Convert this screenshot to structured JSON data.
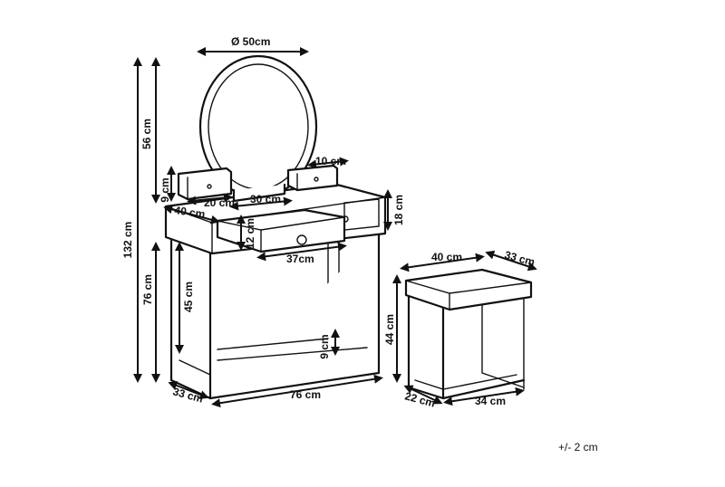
{
  "labels": {
    "mirror_diameter": "Ø 50cm",
    "total_height": "132 cm",
    "mirror_height": "56 cm",
    "small_drawer_height": "9 cm",
    "small_drawer_width": "20 cm",
    "mirror_base_width": "30 cm",
    "right_drawer_width": "10 cm",
    "desk_depth": "40 cm",
    "desk_drawer_height": "18 cm",
    "drawer_height": "12 cm",
    "drawer_width": "37cm",
    "table_height": "76 cm",
    "leg_height": "45 cm",
    "bar_height": "9 cm",
    "table_depth": "33 cm",
    "table_width": "76 cm",
    "stool_width": "40 cm",
    "stool_depth": "33 cm",
    "stool_height": "44 cm",
    "stool_base_depth": "22 cm",
    "stool_base_width": "34 cm",
    "tolerance": "+/- 2 cm"
  }
}
